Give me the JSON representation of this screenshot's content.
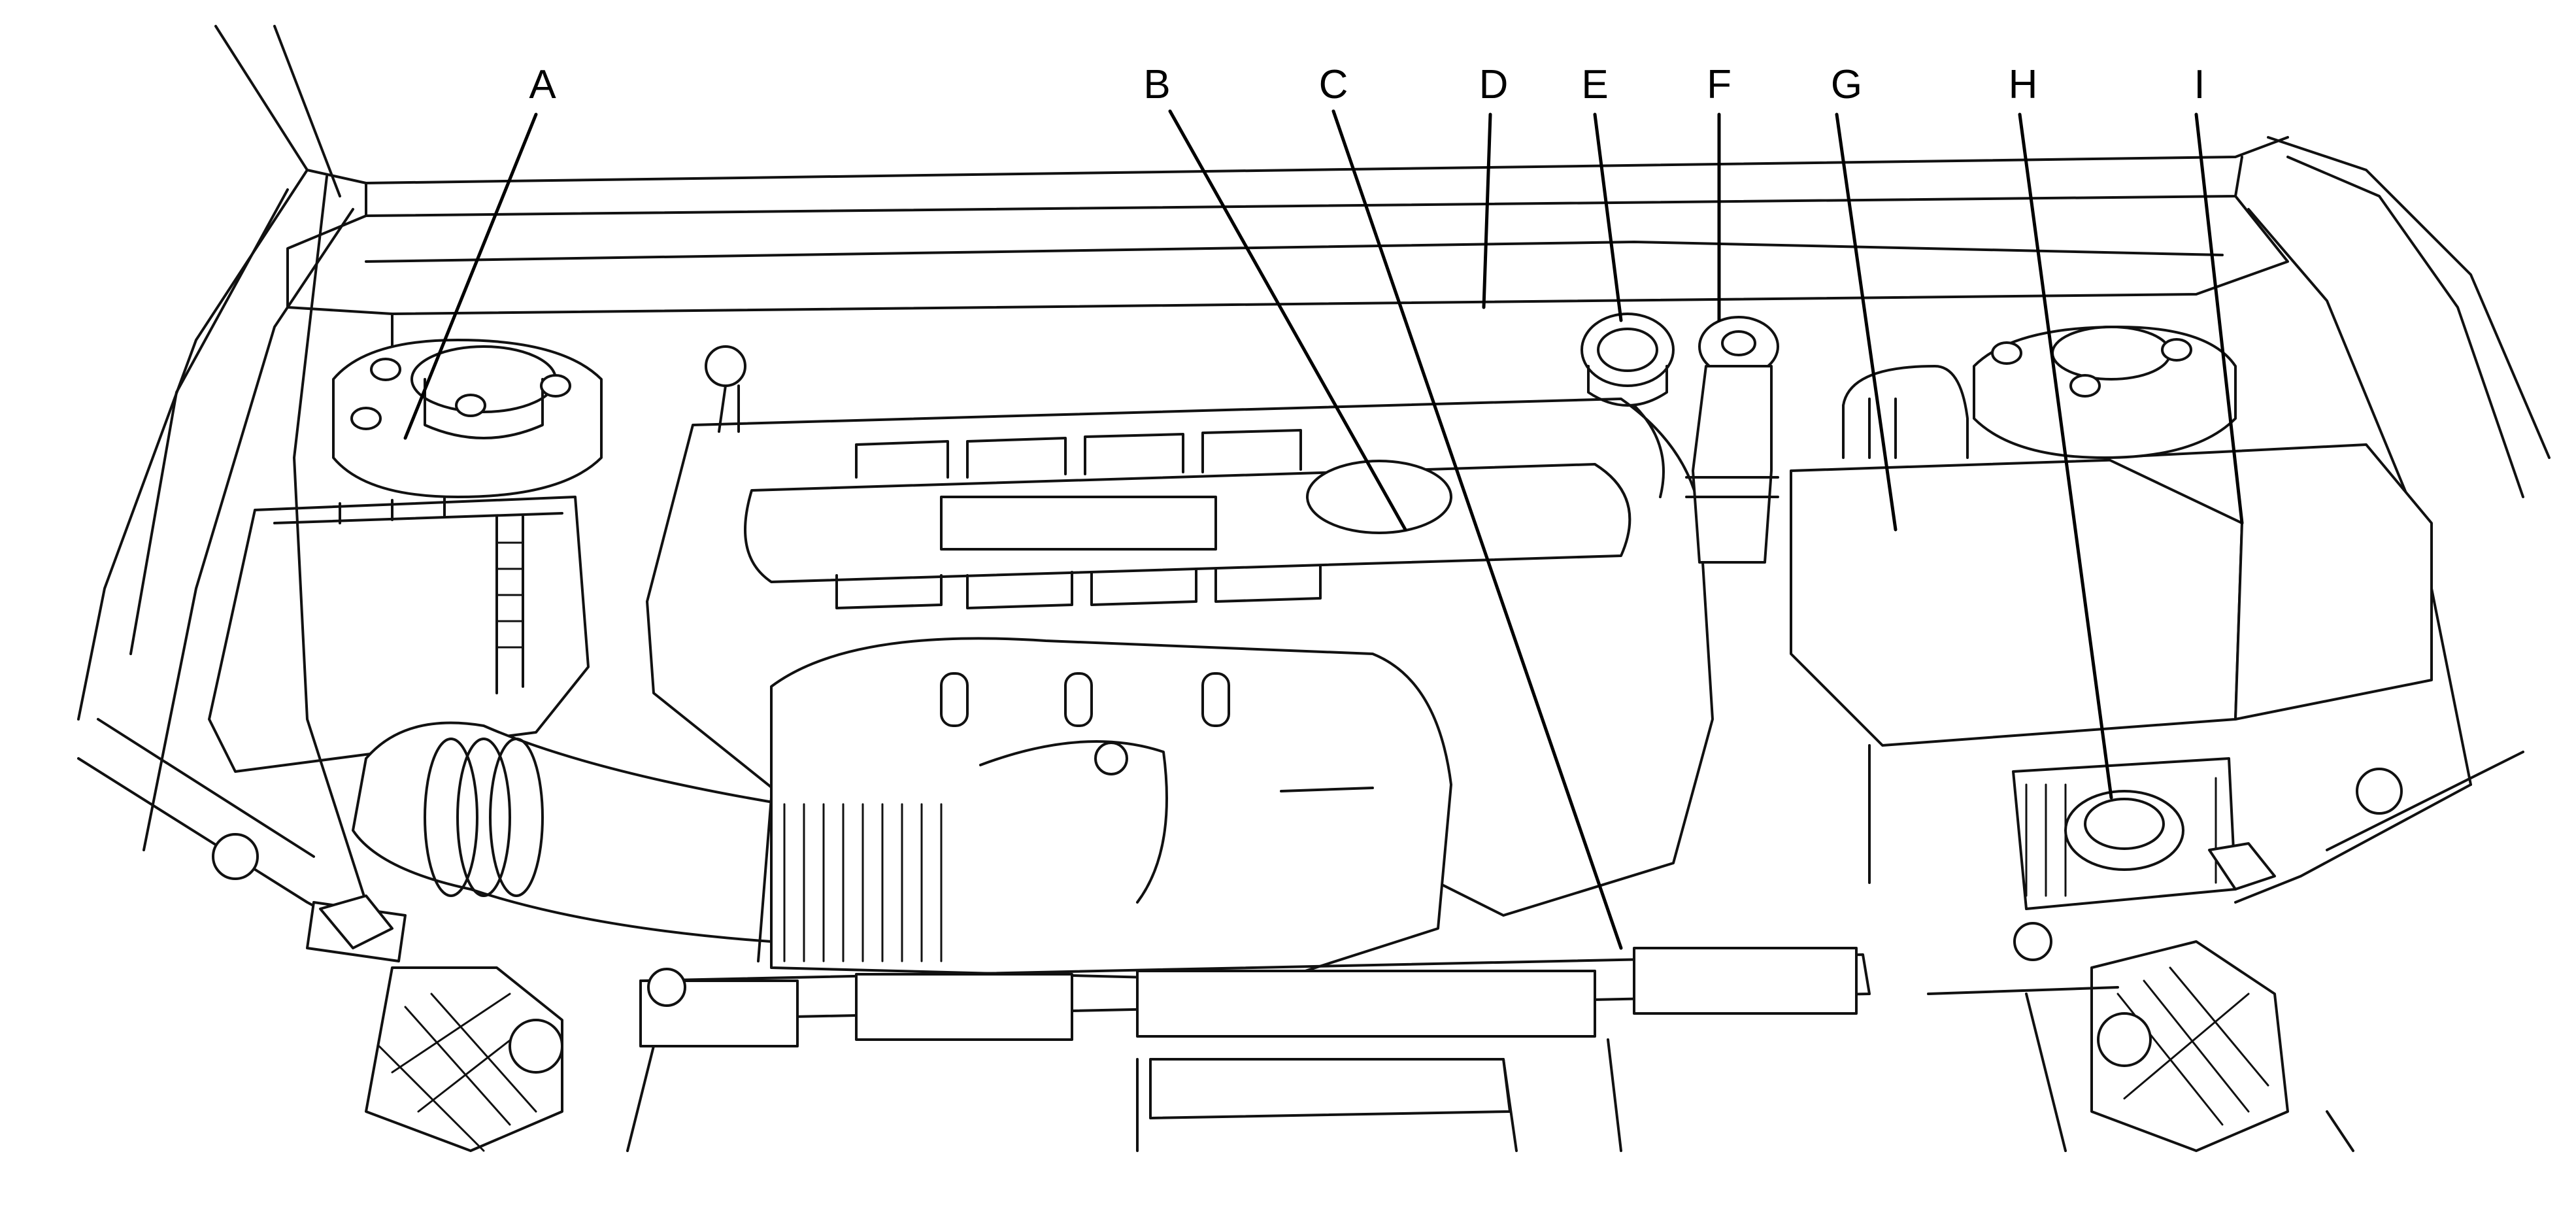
{
  "callouts": [
    {
      "id": "A",
      "label": "A"
    },
    {
      "id": "B",
      "label": "B"
    },
    {
      "id": "C",
      "label": "C"
    },
    {
      "id": "D",
      "label": "D"
    },
    {
      "id": "E",
      "label": "E"
    },
    {
      "id": "F",
      "label": "F"
    },
    {
      "id": "G",
      "label": "G"
    },
    {
      "id": "H",
      "label": "H"
    },
    {
      "id": "I",
      "label": "I"
    }
  ],
  "colors": {
    "line": "#111111",
    "background": "#ffffff"
  }
}
